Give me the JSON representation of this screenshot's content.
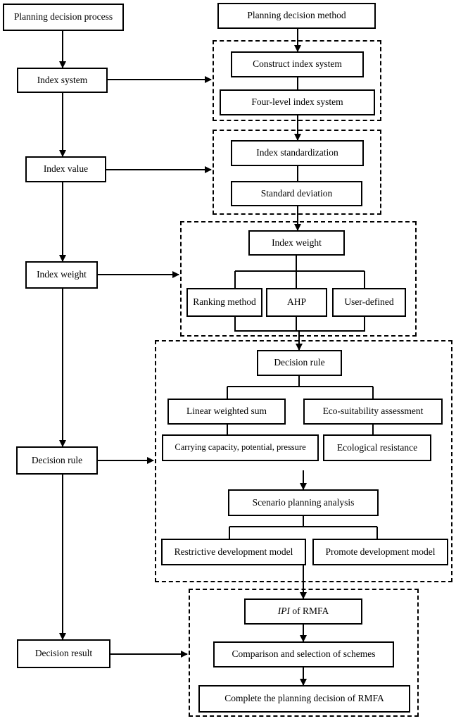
{
  "process": {
    "title": "Planning decision process",
    "steps": {
      "index_system": "Index system",
      "index_value": "Index value",
      "index_weight": "Index weight",
      "decision_rule": "Decision rule",
      "decision_result": "Decision result"
    }
  },
  "method": {
    "title": "Planning decision method",
    "index_system": {
      "construct": "Construct index system",
      "four_level": "Four-level index system"
    },
    "index_value": {
      "standardization": "Index standardization",
      "standard_deviation": "Standard deviation"
    },
    "index_weight": {
      "title": "Index weight",
      "ranking": "Ranking method",
      "ahp": "AHP",
      "user_defined": "User-defined"
    },
    "decision_rule": {
      "title": "Decision rule",
      "linear": "Linear weighted sum",
      "eco": "Eco-suitability assessment",
      "carrying": "Carrying capacity, potential, pressure",
      "resistance": "Ecological resistance",
      "scenario": "Scenario planning analysis",
      "restrictive": "Restrictive development model",
      "promote": "Promote development model"
    },
    "decision_result": {
      "ipi_abbr": "IPI",
      "ipi_rest": " of RMFA",
      "comparison": "Comparison and selection of schemes",
      "complete": "Complete the planning decision of RMFA"
    }
  }
}
